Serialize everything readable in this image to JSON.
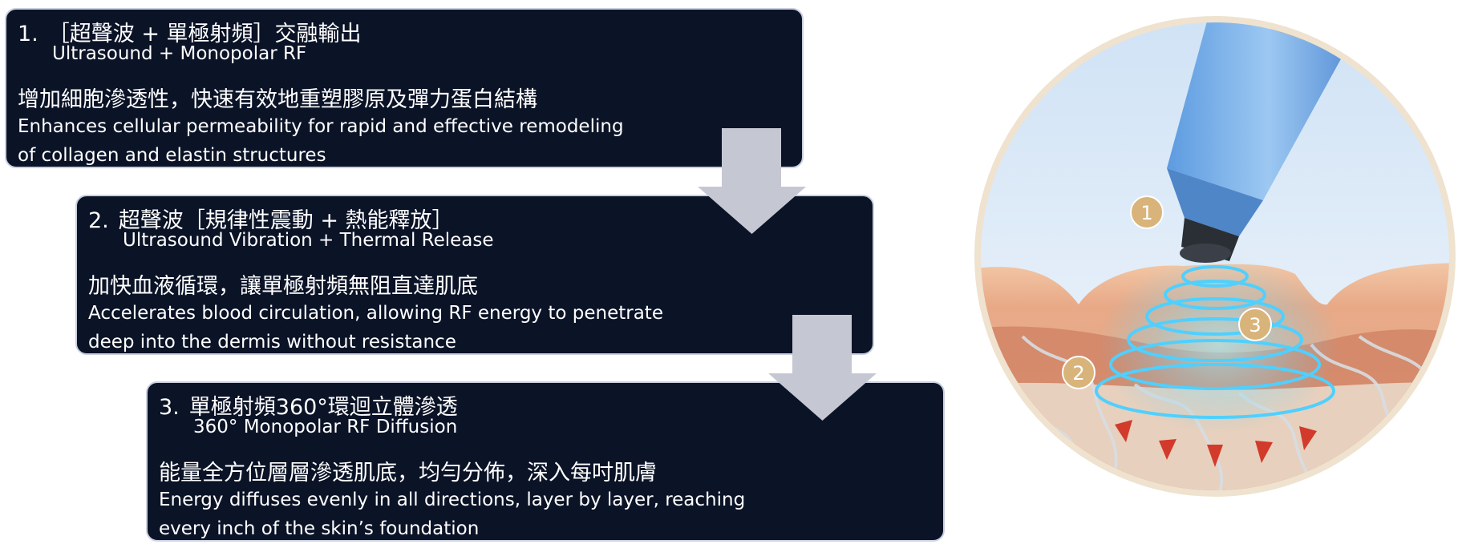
{
  "steps": [
    {
      "number": "1.",
      "title_zh": "［超聲波 + 單極射頻］交融輸出",
      "title_en": "Ultrasound + Monopolar RF",
      "desc_zh": "增加細胞滲透性，快速有效地重塑膠原及彈力蛋白結構",
      "desc_en_line1": "Enhances cellular permeability for rapid and effective remodeling",
      "desc_en_line2": "of collagen and elastin structures"
    },
    {
      "number": "2.",
      "title_zh": "超聲波［規律性震動 + 熱能釋放］",
      "title_en": "Ultrasound Vibration + Thermal Release",
      "desc_zh": "加快血液循環，讓單極射頻無阻直達肌底",
      "desc_en_line1": "Accelerates blood circulation, allowing RF energy to penetrate",
      "desc_en_line2": "deep into the dermis without resistance"
    },
    {
      "number": "3.",
      "title_zh": "單極射頻360°環迴立體滲透",
      "title_en": "360°  Monopolar RF Diffusion",
      "desc_zh": "能量全方位層層滲透肌底，均勻分佈，深入每吋肌膚",
      "desc_en_line1": "Energy diffuses evenly in all directions, layer by layer, reaching",
      "desc_en_line2": "every inch of the skin’s foundation"
    }
  ],
  "illustration": {
    "markers": [
      "1",
      "2",
      "3"
    ]
  },
  "colors": {
    "box_background": "#0b1327",
    "box_border": "#c9cfe0",
    "arrow": "#c5c8d3",
    "marker": "#d9b47a",
    "ring": "#4fd0ff",
    "device": "#7fb2e6"
  }
}
